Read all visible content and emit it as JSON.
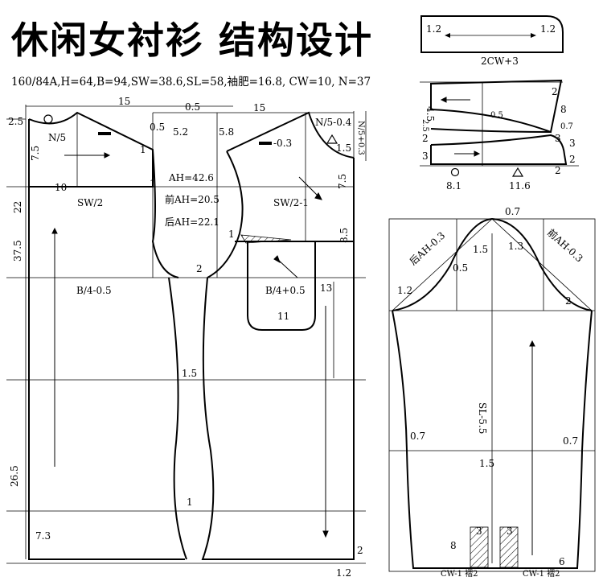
{
  "title": "休闲女衬衫 结构设计",
  "specs": "160/84A,H=64,B=94,SW=38.6,SL=58,袖肥=16.8, CW=10, N=37",
  "body_draft": {
    "back_width_top": "15",
    "front_width_top": "15",
    "gap_center": "0.5",
    "back_neck_depth": "2.5",
    "back_neck_width": "N/5",
    "front_neck_width": "N/5-0.4",
    "front_neck_depth": "N/5+0.3",
    "back_shoulder_drop": "0.5",
    "back_shoulder_drop_b": "5.2",
    "front_shoulder_drop": "5.8",
    "front_shoulder_adj": "-0.3",
    "back_yoke_depth": "7.5",
    "front_yoke_depth": "7.5",
    "back_yoke_line": "10",
    "yoke_shift_1": "1",
    "yoke_shift_2": "1",
    "back_shoulder_width": "SW/2",
    "front_shoulder_width": "SW/2-1",
    "front_neck_offset": "1.5",
    "armhole_total": "AH=42.6",
    "armhole_front": "前AH=20.5",
    "armhole_back": "后AH=22.1",
    "armhole_depth": "22",
    "chest_line_depth": "37.5",
    "front_side_1": "1",
    "front_pocket_depth": "8.5",
    "armhole_bottom_2": "2",
    "back_bust": "B/4-0.5",
    "front_bust": "B/4+0.5",
    "pocket_width": "11",
    "pocket_depth": "13",
    "waist_suppression": "1.5",
    "hem_length": "26.5",
    "hem_side_1": "1",
    "hem_back": "7.3",
    "hem_front_2": "2",
    "bottom_offset": "1.2"
  },
  "collar": {
    "left": "1.2",
    "right": "1.2",
    "label": "2CW+3"
  },
  "cuff": {
    "top_height": "4.5",
    "mid_height_a": "2.5",
    "mid_height_b": "2",
    "bottom_height": "3",
    "curve_offset": "0.5",
    "right_2_top": "2",
    "right_8": "8",
    "right_07": "0.7",
    "right_3a": "3",
    "right_3b": "3",
    "right_2_bottom": "2",
    "bottom_2": "2",
    "width_back": "8.1",
    "width_front": "11.6"
  },
  "sleeve": {
    "cap_top": "0.7",
    "back_ah": "后AH-0.3",
    "front_ah": "前AH-0.3",
    "cap_back_15": "1.5",
    "cap_back_05": "0.5",
    "cap_front_13": "1.3",
    "cap_left_12": "1.2",
    "cap_right_2": "2",
    "length": "SL-5.5",
    "left_07": "0.7",
    "right_07": "0.7",
    "elbow": "1.5",
    "slit_8": "8",
    "slit_3a": "3",
    "slit_3b": "3",
    "hem_6": "6",
    "hem_label_left": "CW-1 褶2",
    "hem_label_right": "CW-1 褶2"
  },
  "icons": {
    "circle": "circle-marker",
    "triangle": "triangle-marker",
    "arrow": "grain-arrow"
  }
}
